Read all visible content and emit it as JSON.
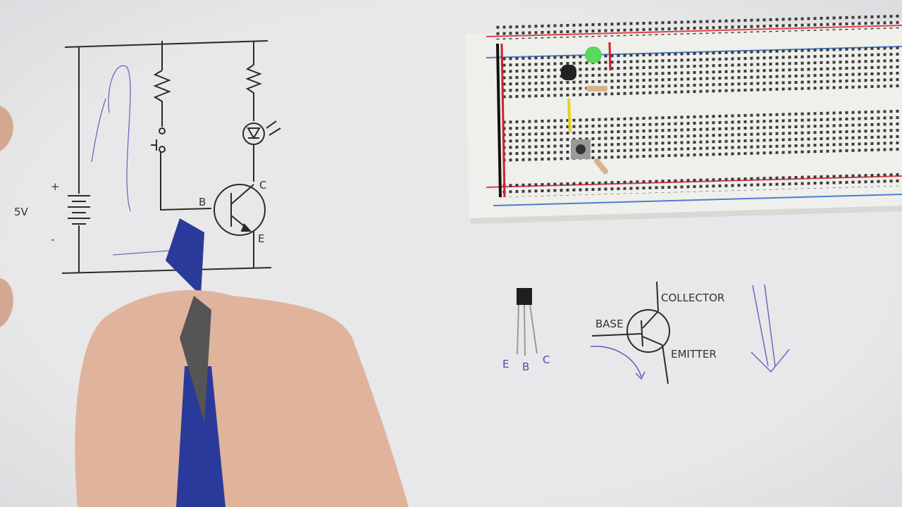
{
  "schematic": {
    "supply_label": "5V",
    "plus_label": "+",
    "minus_label": "-",
    "base_label": "B",
    "collector_label": "C",
    "emitter_label": "E"
  },
  "transistor_diagram": {
    "collector_label": "COLLECTOR",
    "base_label": "BASE",
    "emitter_label": "EMITTER"
  },
  "transistor_pinout": {
    "pins": [
      "E",
      "B",
      "C"
    ]
  },
  "colors": {
    "paper": "#e6e6e8",
    "ink": "#2a2a2a",
    "blue_ink": "#4a4ab0",
    "breadboard": "#eeeeea",
    "rail_red": "#e0404a",
    "rail_blue": "#4a7fd0",
    "led_green": "#5cd65c",
    "wire_yellow": "#e8d020",
    "pen_blue": "#2a3a9a",
    "skin": "#e0b49c"
  }
}
